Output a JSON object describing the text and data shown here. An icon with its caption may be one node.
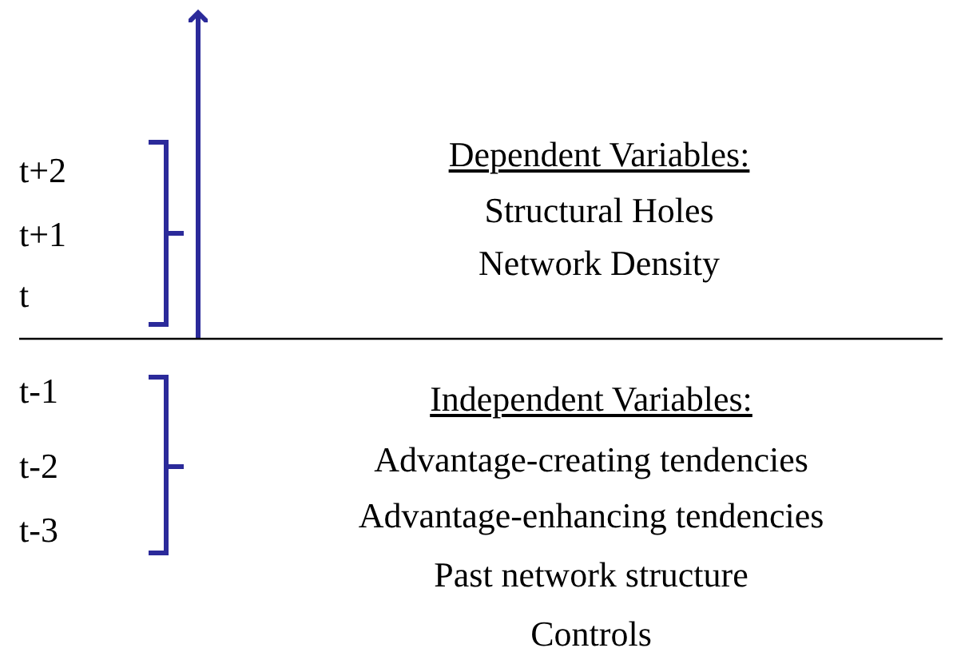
{
  "diagram": {
    "labels": [
      "t+2",
      "Dependent Variables:",
      "t+1",
      "Structural Holes",
      "t",
      "Network Density",
      "t-1",
      "Independent Variables:",
      "t-2",
      "Advantage-creating tendencies",
      "t-3",
      "Advantage-enhancing tendencies",
      "Past network structure",
      "Controls"
    ]
  }
}
